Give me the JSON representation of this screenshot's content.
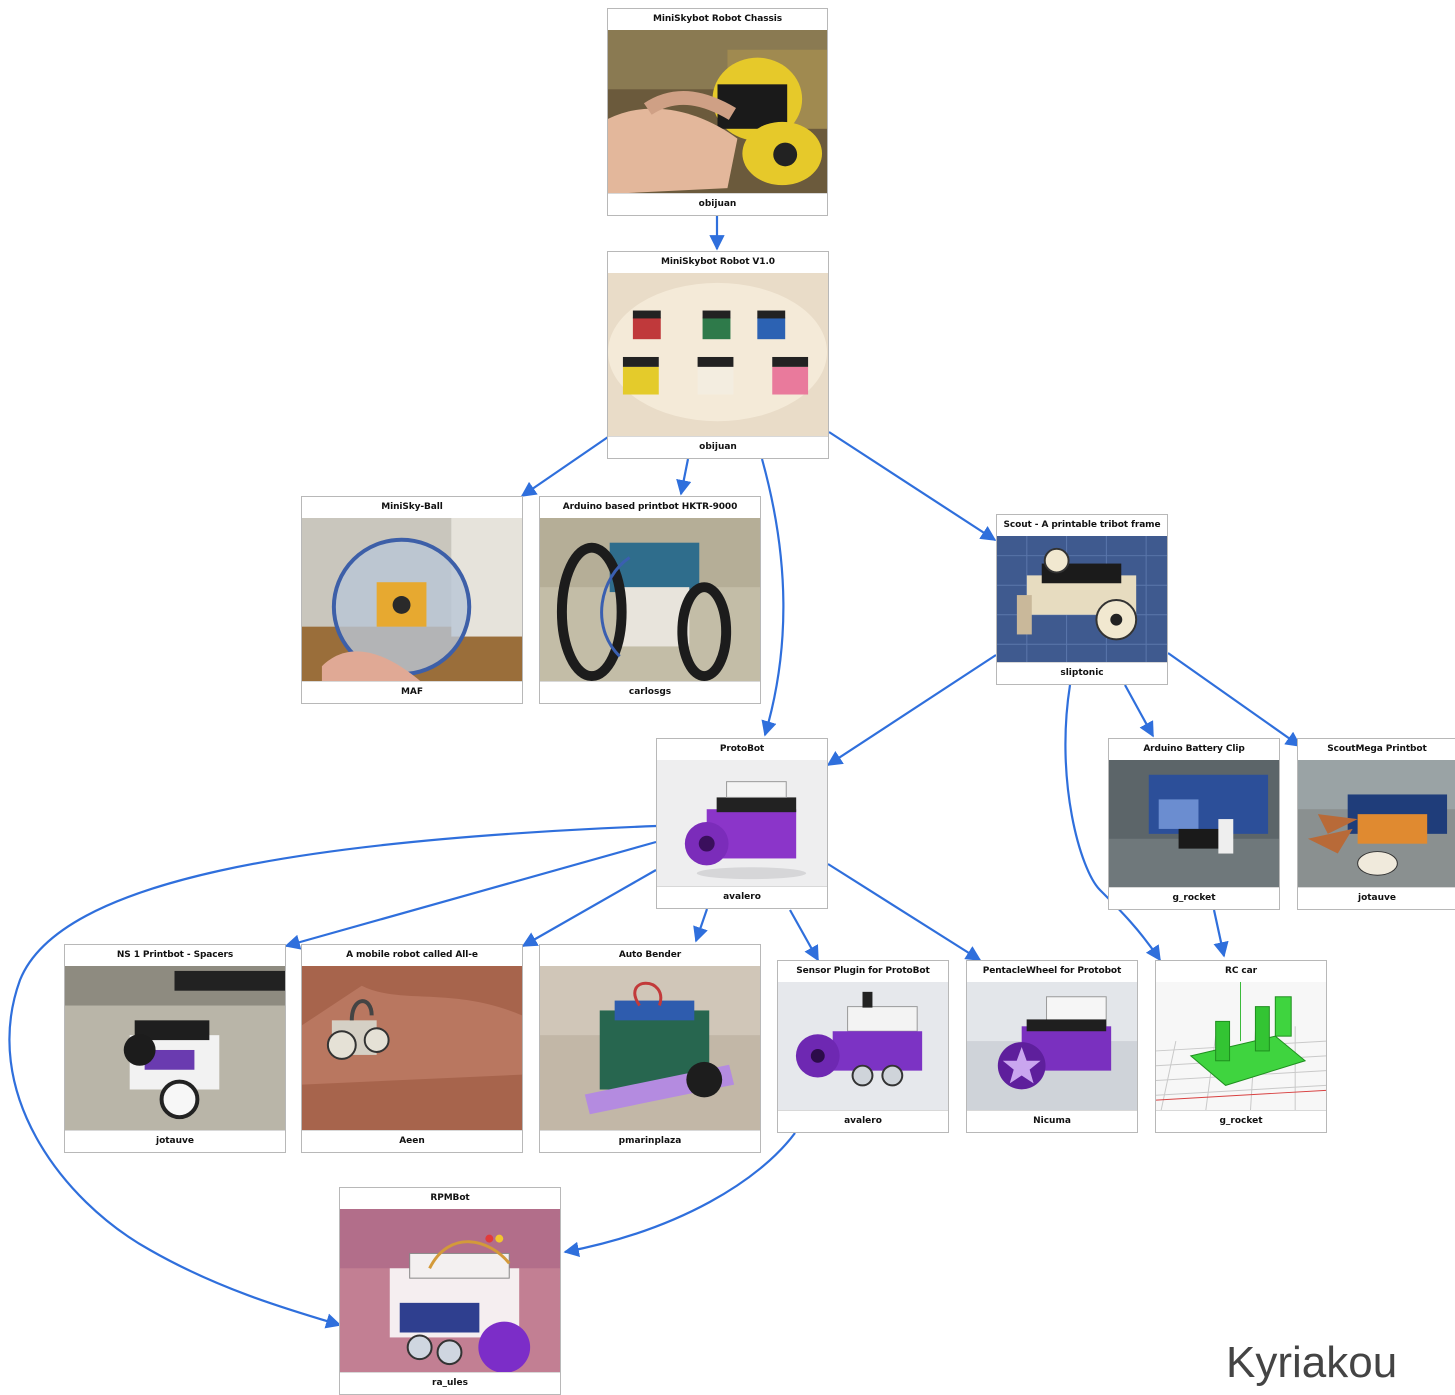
{
  "nodes": {
    "chassis": {
      "title": "MiniSkybot Robot Chassis",
      "author": "obijuan"
    },
    "v1": {
      "title": "MiniSkybot Robot V1.0",
      "author": "obijuan"
    },
    "ball": {
      "title": "MiniSky-Ball",
      "author": "MAF"
    },
    "hktr": {
      "title": "Arduino based printbot HKTR-9000",
      "author": "carlosgs"
    },
    "scout": {
      "title": "Scout - A printable tribot frame",
      "author": "sliptonic"
    },
    "protobot": {
      "title": "ProtoBot",
      "author": "avalero"
    },
    "battery": {
      "title": "Arduino Battery Clip",
      "author": "g_rocket"
    },
    "scoutmega": {
      "title": "ScoutMega Printbot",
      "author": "jotauve"
    },
    "ns1": {
      "title": "NS 1 Printbot - Spacers",
      "author": "jotauve"
    },
    "alle": {
      "title": "A mobile robot called All-e",
      "author": "Aeen"
    },
    "bender": {
      "title": "Auto Bender",
      "author": "pmarinplaza"
    },
    "sensor": {
      "title": "Sensor Plugin for ProtoBot",
      "author": "avalero"
    },
    "pentacle": {
      "title": "PentacleWheel for Protobot",
      "author": "Nicuma"
    },
    "rccar": {
      "title": "RC car",
      "author": "g_rocket"
    },
    "rpmbot": {
      "title": "RPMBot",
      "author": "ra_ules"
    }
  },
  "edges": [
    [
      "chassis",
      "v1"
    ],
    [
      "v1",
      "ball"
    ],
    [
      "v1",
      "hktr"
    ],
    [
      "v1",
      "protobot"
    ],
    [
      "v1",
      "scout"
    ],
    [
      "scout",
      "protobot"
    ],
    [
      "scout",
      "battery"
    ],
    [
      "scout",
      "scoutmega"
    ],
    [
      "scout",
      "rccar"
    ],
    [
      "battery",
      "rccar"
    ],
    [
      "protobot",
      "ns1"
    ],
    [
      "protobot",
      "alle"
    ],
    [
      "protobot",
      "bender"
    ],
    [
      "protobot",
      "sensor"
    ],
    [
      "protobot",
      "pentacle"
    ],
    [
      "protobot",
      "rpmbot"
    ],
    [
      "sensor",
      "rpmbot"
    ]
  ],
  "colors": {
    "edge": "#2f6fdc",
    "border": "#b8b8b8"
  },
  "watermark": "Kyriakou"
}
